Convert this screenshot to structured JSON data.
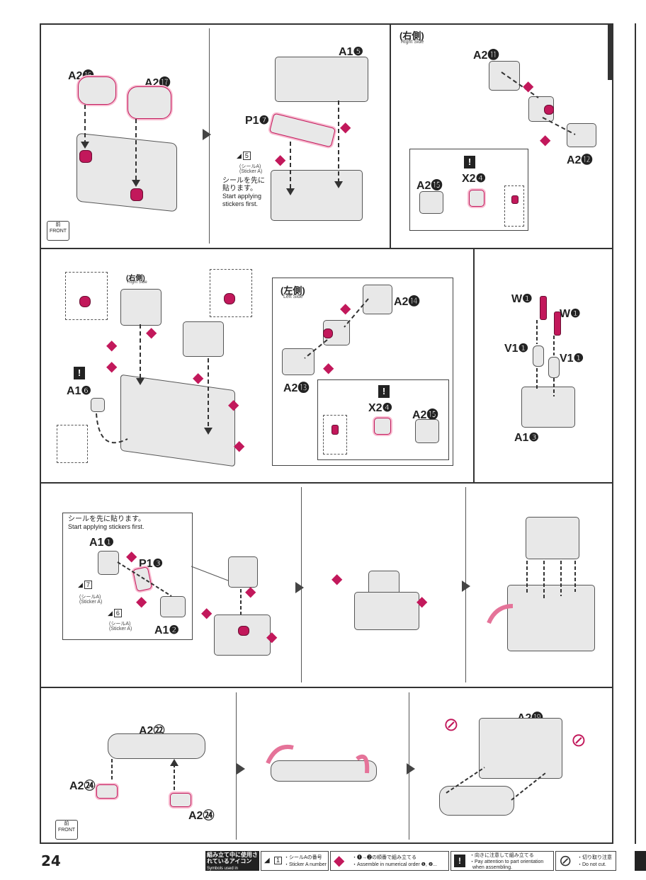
{
  "page_number": "24",
  "step1": {
    "parts": {
      "a": "A2⓰",
      "b": "A2⓱"
    },
    "front": {
      "jp": "前",
      "en": "FRONT"
    }
  },
  "step2": {
    "parts": {
      "top": "A1❺",
      "left": "P1❼"
    },
    "sticker_no": "5",
    "sticker_jp": "(シールA)",
    "sticker_en": "(Sticker A)",
    "note_jp1": "シールを先に",
    "note_jp2": "貼ります。",
    "note_en1": "Start applying",
    "note_en2": "stickers first.",
    "order": [
      "1",
      "2"
    ]
  },
  "step3": {
    "side_jp": "(右側)",
    "side_en": "Right Side",
    "parts": {
      "top": "A2⓫",
      "bottom": "A2⓬",
      "x": "X2❹",
      "left": "A2⓯"
    },
    "order": [
      "1",
      "2"
    ]
  },
  "step4": {
    "right_jp": "(右側)",
    "right_en": "Right Side",
    "left_jp": "(左側)",
    "left_en": "Left Side",
    "parts": {
      "a16": "A1❻",
      "a14": "A2⓮",
      "a13": "A2⓭",
      "x": "X2❹",
      "a15": "A2⓯"
    },
    "order": [
      "1",
      "2",
      "3"
    ]
  },
  "step5": {
    "parts": {
      "w1": "W❶",
      "w2": "W❶",
      "v1": "V1❶",
      "v2": "V1❶",
      "a": "A1❸"
    }
  },
  "step6": {
    "note_jp": "シールを先に貼ります。",
    "note_en": "Start applying stickers first.",
    "parts": {
      "a11": "A1❶",
      "p13": "P1❸",
      "a12": "A1❷"
    },
    "sticker7": "7",
    "sticker6": "6",
    "sticker_jp": "(シールA)",
    "sticker_en": "(Sticker A)",
    "order": [
      "1",
      "2",
      "3",
      "4",
      "5"
    ]
  },
  "step7": {
    "parts": {
      "top": "A2㉒",
      "l": "A2㉔",
      "r": "A2㉔",
      "a19": "A2⓳"
    },
    "front": {
      "jp": "前",
      "en": "FRONT"
    }
  },
  "legend": {
    "heading": "組み立て中に使用されているアイコン",
    "heading_en": "Symbols used in instructions",
    "sticker_jp": "・シールAの番号",
    "sticker_en": "・Sticker A number",
    "sticker_box": "1",
    "order_jp": "・❶→❷の順番で組み立てる",
    "order_en": "・Assemble in numerical order ❶, ❷...",
    "orient_jp": "・向きに注意して組み立てる",
    "orient_en1": "・Pay attention to part orientation",
    "orient_en2": "when assembling.",
    "cut_jp": "・切り取り注意",
    "cut_en": "・Do not cut."
  },
  "colors": {
    "accent": "#c2185b",
    "line": "#333333"
  }
}
